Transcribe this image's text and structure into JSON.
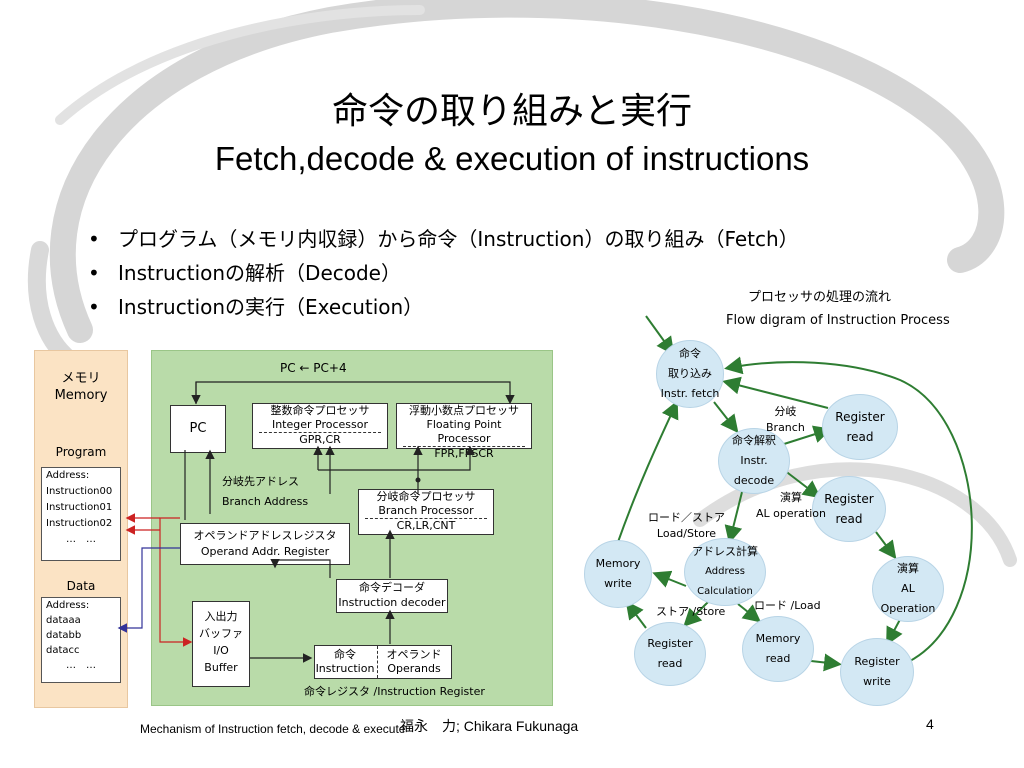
{
  "slide": {
    "title_ja": "命令の取り組みと実行",
    "title_en": "Fetch,decode & execution of instructions",
    "bullets": [
      "プログラム（メモリ内収録）から命令（Instruction）の取り組み（Fetch）",
      "Instructionの解析（Decode）",
      "Instructionの実行（Execution）"
    ],
    "bullet_symbol": "•",
    "caption": "Mechanism of Instruction fetch, decode & execute",
    "author": "福永　力; Chikara Fukunaga",
    "page_number": "4"
  },
  "left_diagram": {
    "memory": {
      "title_ja": "メモリ",
      "title_en": "Memory",
      "program_label": "Program",
      "program_lines": [
        "Address:",
        "Instruction00",
        "Instruction01",
        "Instruction02",
        "…　…"
      ],
      "data_label": "Data",
      "data_lines": [
        "Address:",
        "dataaa",
        "databb",
        "datacc",
        "…　…"
      ]
    },
    "pc_update": "PC ← PC+4",
    "pc": "PC",
    "integer_proc": {
      "ja": "整数命令プロセッサ",
      "en": "Integer Processor",
      "regs": "GPR,CR"
    },
    "float_proc": {
      "ja": "浮動小数点プロセッサ",
      "en": "Floating Point Processor",
      "regs": "FPR,FPSCR"
    },
    "branch_addr": {
      "ja": "分岐先アドレス",
      "en": "Branch Address"
    },
    "branch_proc": {
      "ja": "分岐命令プロセッサ",
      "en": "Branch Processor",
      "regs": "CR,LR,CNT"
    },
    "operand_reg": {
      "ja": "オペランドアドレスレジスタ",
      "en": "Operand Addr. Register"
    },
    "decoder": {
      "ja": "命令デコーダ",
      "en": "Instruction decoder"
    },
    "io_buffer": {
      "ja1": "入出力",
      "ja2": "バッファ",
      "en1": "I/O",
      "en2": "Buffer"
    },
    "instr_reg": {
      "ja_a": "命令",
      "ja_b": "オペランド",
      "en_a": "Instruction",
      "en_b": "Operands"
    },
    "instr_reg_label": "命令レジスタ /Instruction Register"
  },
  "right_diagram": {
    "title_ja": "プロセッサの処理の流れ",
    "title_en": "Flow digram of Instruction Process",
    "nodes": {
      "fetch": [
        "命令",
        "取り込み",
        "Instr. fetch"
      ],
      "decode": [
        "命令解釈",
        "Instr. decode"
      ],
      "reg_read_1": [
        "Register",
        "read"
      ],
      "reg_read_2": [
        "Register",
        "read"
      ],
      "addr_calc": [
        "アドレス計算",
        "Address Calculation"
      ],
      "mem_write": [
        "Memory",
        "write"
      ],
      "alu": [
        "演算",
        "AL Operation"
      ],
      "reg_read_3": [
        "Register",
        "read"
      ],
      "mem_read": [
        "Memory",
        "read"
      ],
      "reg_write": [
        "Register",
        "write"
      ]
    },
    "edge_labels": {
      "branch": [
        "分岐",
        "Branch"
      ],
      "al_op": [
        "演算",
        "AL operation"
      ],
      "load_store": [
        "ロード／ストア",
        "Load/Store"
      ],
      "store": "ストア /Store",
      "load": "ロード /Load"
    }
  },
  "colors": {
    "memory_panel": "#fbe3c4",
    "processor_panel": "#b9dba9",
    "flow_node": "#d3e8f4",
    "flow_arrow": "#2e7d32",
    "swirl": "#d0d0d0",
    "memory_arrow_red": "#cc2222",
    "memory_arrow_blue": "#333399"
  }
}
